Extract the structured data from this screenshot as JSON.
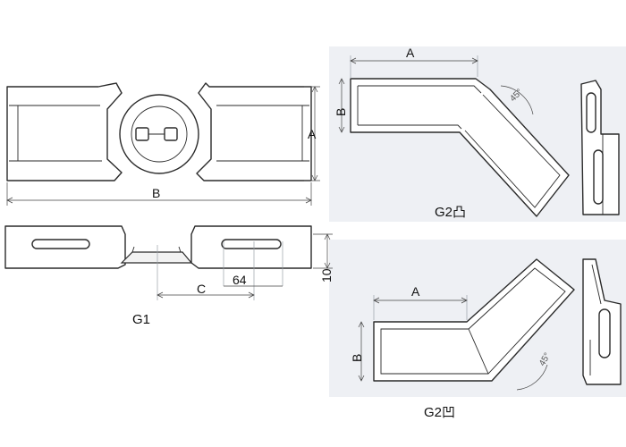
{
  "views": {
    "g1": {
      "caption": "G1",
      "dim_a": "A",
      "dim_b": "B",
      "dim_c": "C",
      "dim_64": "64",
      "dim_10": "10"
    },
    "g2_convex": {
      "caption": "G2凸",
      "dim_a": "A",
      "dim_b": "B",
      "angle": "45°"
    },
    "g2_concave": {
      "caption": "G2凹",
      "dim_a": "A",
      "dim_b": "B",
      "angle": "45°"
    }
  },
  "colors": {
    "line": "#2a2a2a",
    "panel_background": "#eef0f4"
  }
}
